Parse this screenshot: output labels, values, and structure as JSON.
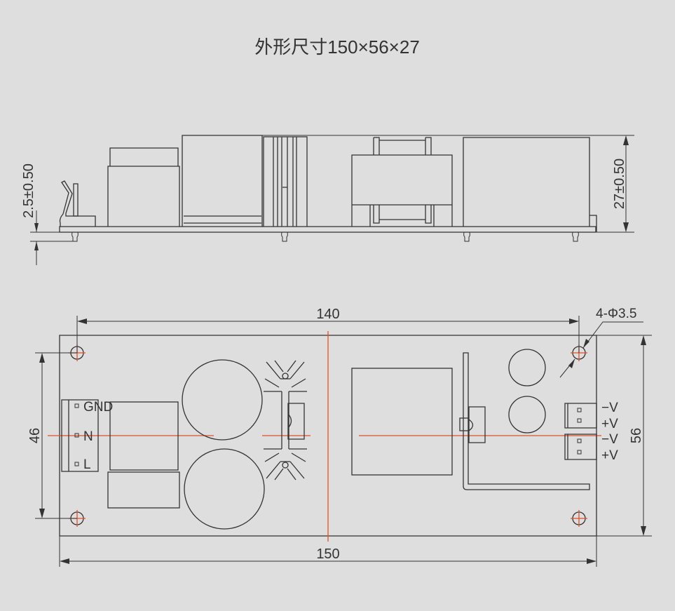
{
  "title": "外形尺寸150×56×27",
  "side_view": {
    "height_dim": "27±0.50",
    "pin_dim": "2.5±0.50"
  },
  "top_view": {
    "hole_spacing_x": "140",
    "hole_spacing_y": "46",
    "board_length": "150",
    "board_width": "56",
    "hole_spec": "4-Φ3.5",
    "input_labels": [
      "GND",
      "N",
      "L"
    ],
    "output_labels": [
      "−V",
      "+V",
      "−V",
      "+V"
    ]
  },
  "colors": {
    "line": "#333333",
    "centerline": "#e0502a",
    "background": "#dedede"
  }
}
